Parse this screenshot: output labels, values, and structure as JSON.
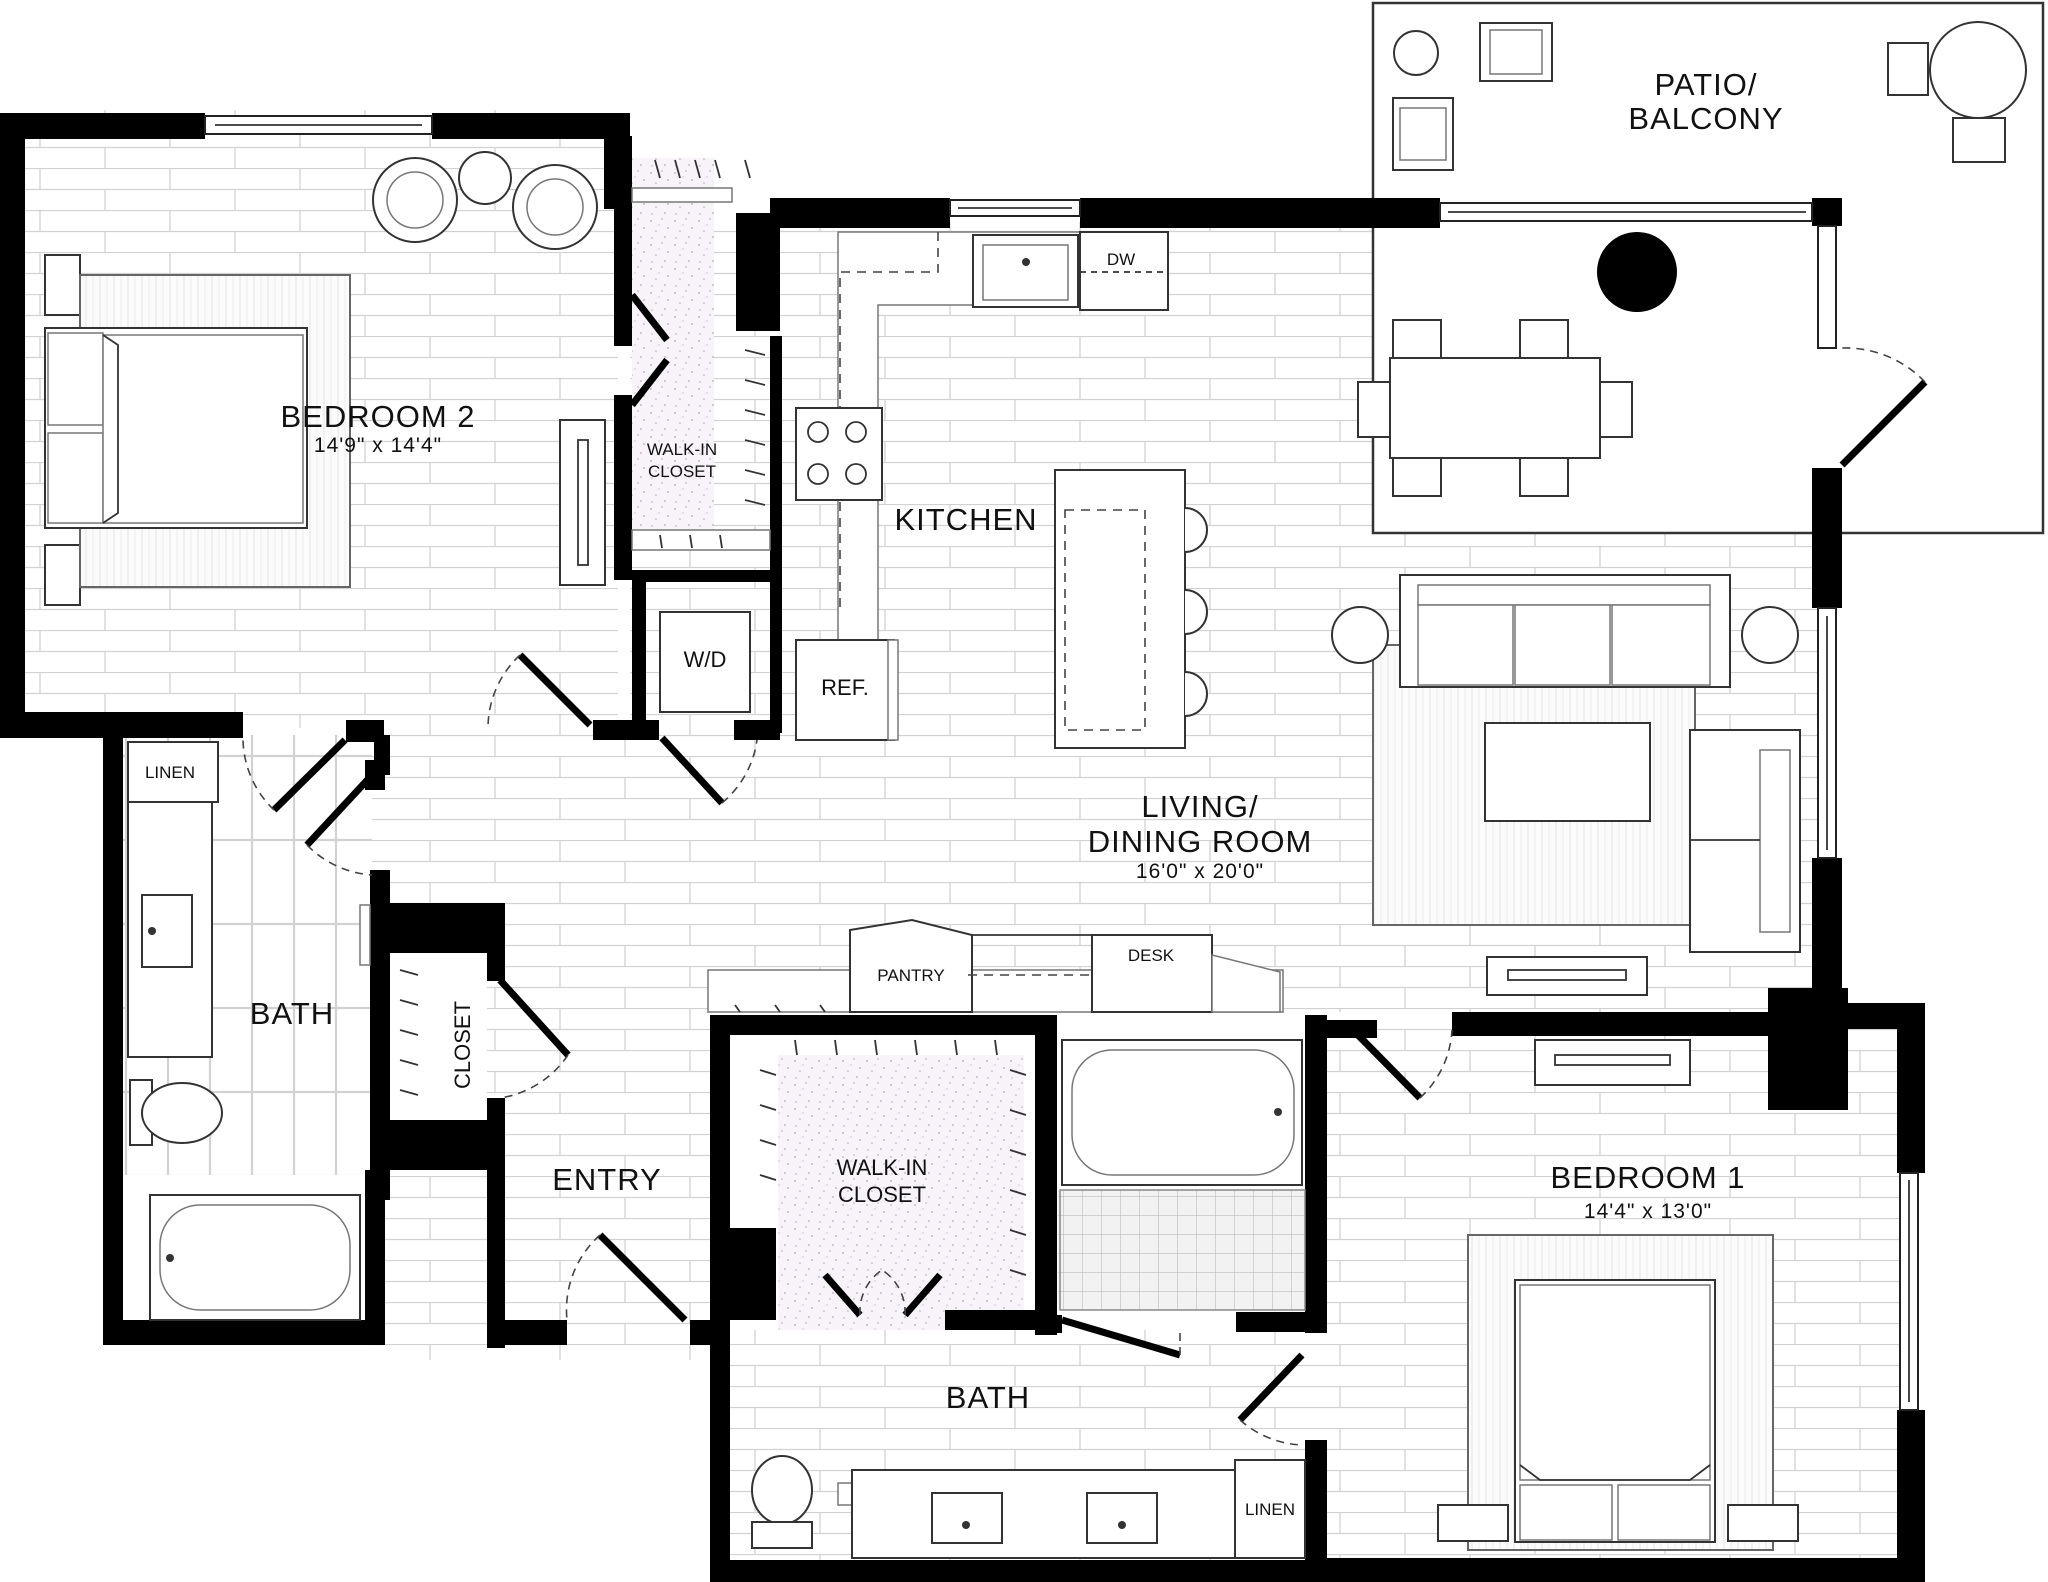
{
  "rooms": {
    "patio": {
      "line1": "PATIO/",
      "line2": "BALCONY"
    },
    "bedroom2": {
      "name": "BEDROOM 2",
      "dims": "14'9\" x 14'4\""
    },
    "walkin_closet_top": {
      "line1": "WALK-IN",
      "line2": "CLOSET"
    },
    "kitchen": {
      "name": "KITCHEN"
    },
    "living": {
      "line1": "LIVING/",
      "line2": "DINING ROOM",
      "dims": "16'0\" x 20'0\""
    },
    "bath_left": {
      "name": "BATH"
    },
    "closet": {
      "name": "CLOSET"
    },
    "entry": {
      "name": "ENTRY"
    },
    "walkin_closet_mid": {
      "line1": "WALK-IN",
      "line2": "CLOSET"
    },
    "bath_bottom": {
      "name": "BATH"
    },
    "bedroom1": {
      "name": "BEDROOM 1",
      "dims": "14'4\" x 13'0\""
    }
  },
  "fixtures": {
    "dw": "DW",
    "wd": "W/D",
    "ref": "REF.",
    "pantry": "PANTRY",
    "desk": "DESK",
    "linen_left": "LINEN",
    "linen_bottom": "LINEN"
  },
  "colors": {
    "wall": "#000000",
    "floor_line": "#cfcfcf",
    "closet_fill": "#f6f2f8"
  }
}
